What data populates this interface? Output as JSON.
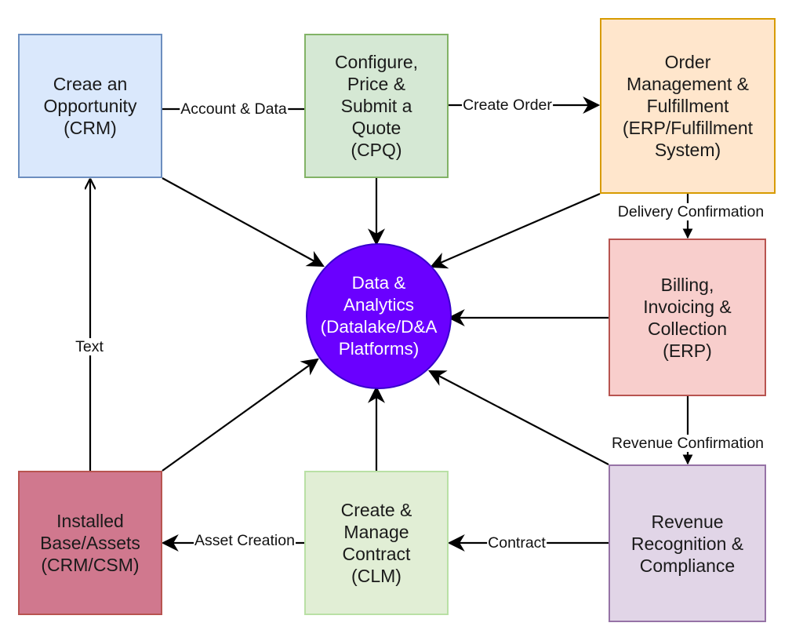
{
  "nodes": {
    "crm": {
      "label": "Creae an\nOpportunity\n(CRM)",
      "fill": "#dae8fc",
      "stroke": "#6c8ebf"
    },
    "cpq": {
      "label": "Configure,\nPrice &\nSubmit a\nQuote\n(CPQ)",
      "fill": "#d5e8d4",
      "stroke": "#82b366"
    },
    "order": {
      "label": "Order\nManagement &\nFulfillment\n(ERP/Fulfillment\nSystem)",
      "fill": "#ffe6cc",
      "stroke": "#d79b00"
    },
    "data": {
      "label": "Data &\nAnalytics\n(Datalake/D&A\nPlatforms)",
      "fill": "#6a00ff",
      "stroke": "#3700cc"
    },
    "billing": {
      "label": "Billing,\nInvoicing &\nCollection\n(ERP)",
      "fill": "#f8cecc",
      "stroke": "#b85450"
    },
    "revrec": {
      "label": "Revenue\nRecognition &\nCompliance",
      "fill": "#e1d5e7",
      "stroke": "#9673a6"
    },
    "installed": {
      "label": "Installed\nBase/Assets\n(CRM/CSM)",
      "fill": "#d0788e",
      "stroke": "#b85450"
    },
    "clm": {
      "label": "Create &\nManage\nContract\n(CLM)",
      "fill": "#e1eed5",
      "stroke": "#b9e0a5"
    }
  },
  "edges": [
    {
      "id": "crm-cpq",
      "from": "crm",
      "to": "cpq",
      "label": "Account & Data",
      "arrow": false
    },
    {
      "id": "cpq-order",
      "from": "cpq",
      "to": "order",
      "label": "Create Order",
      "arrow": true
    },
    {
      "id": "order-billing",
      "from": "order",
      "to": "billing",
      "label": "Delivery Confirmation",
      "arrow": true
    },
    {
      "id": "billing-revrec",
      "from": "billing",
      "to": "revrec",
      "label": "Revenue Confirmation",
      "arrow": true
    },
    {
      "id": "revrec-clm",
      "from": "revrec",
      "to": "clm",
      "label": "Contract",
      "arrow": true
    },
    {
      "id": "clm-installed",
      "from": "clm",
      "to": "installed",
      "label": "Asset Creation",
      "arrow": true
    },
    {
      "id": "installed-crm",
      "from": "installed",
      "to": "crm",
      "label": "Text",
      "arrow": true,
      "arrow_style": "open"
    },
    {
      "id": "crm-data",
      "from": "crm",
      "to": "data",
      "label": "",
      "arrow": true
    },
    {
      "id": "cpq-data",
      "from": "cpq",
      "to": "data",
      "label": "",
      "arrow": true
    },
    {
      "id": "order-data",
      "from": "order",
      "to": "data",
      "label": "",
      "arrow": true
    },
    {
      "id": "billing-data",
      "from": "billing",
      "to": "data",
      "label": "",
      "arrow": true
    },
    {
      "id": "revrec-data",
      "from": "revrec",
      "to": "data",
      "label": "",
      "arrow": true
    },
    {
      "id": "clm-data",
      "from": "clm",
      "to": "data",
      "label": "",
      "arrow": true
    },
    {
      "id": "installed-data",
      "from": "installed",
      "to": "data",
      "label": "",
      "arrow": true
    }
  ]
}
